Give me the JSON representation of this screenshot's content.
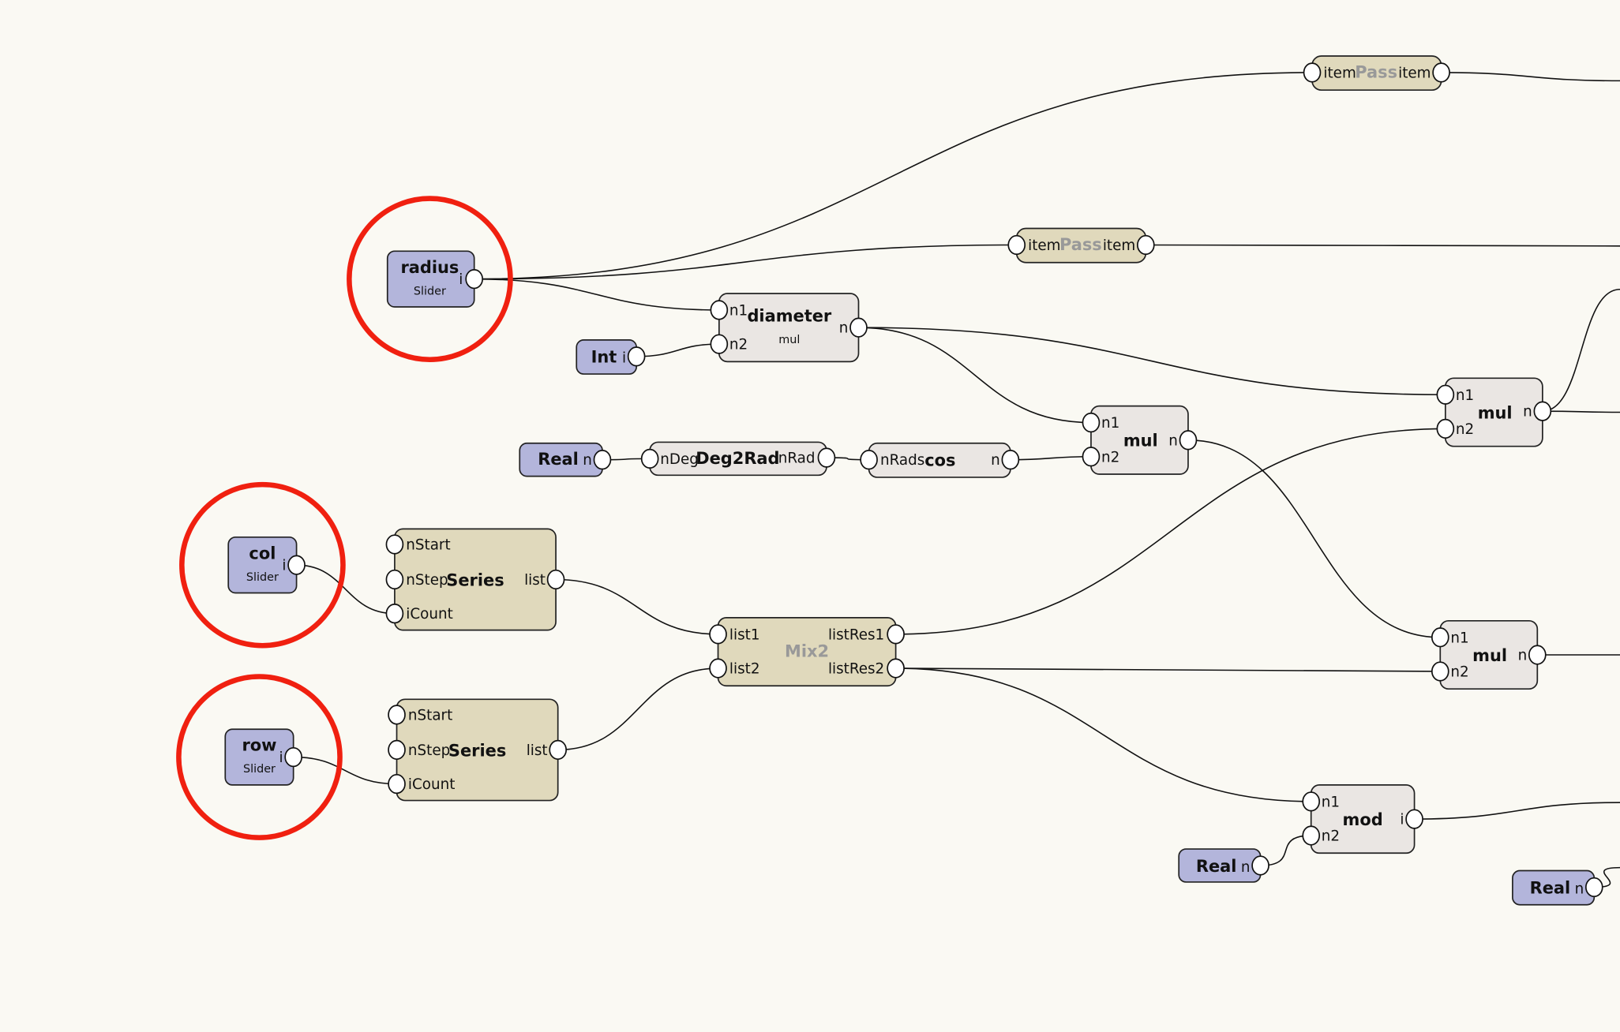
{
  "colors": {
    "slider": "#b3b5db",
    "operator": "#eae6e3",
    "list_node": "#e0d9bc",
    "highlight": "#f02010",
    "canvas": "#faf9f3"
  },
  "nodes": {
    "radius": {
      "title": "radius",
      "subtitle": "Slider",
      "out": "i"
    },
    "col": {
      "title": "col",
      "subtitle": "Slider",
      "out": "i"
    },
    "row": {
      "title": "row",
      "subtitle": "Slider",
      "out": "i"
    },
    "int": {
      "title": "Int",
      "out": "i"
    },
    "real1": {
      "title": "Real",
      "out": "n"
    },
    "real2": {
      "title": "Real",
      "out": "n"
    },
    "real3": {
      "title": "Real",
      "out": "n"
    },
    "pass1": {
      "title": "Pass",
      "in": "item",
      "out": "item"
    },
    "pass2": {
      "title": "Pass",
      "in": "item",
      "out": "item"
    },
    "diameter": {
      "title": "diameter",
      "subtitle": "mul",
      "in1": "n1",
      "in2": "n2",
      "out": "n"
    },
    "deg2rad": {
      "title": "Deg2Rad",
      "in": "nDeg",
      "out": "nRad"
    },
    "cos": {
      "title": "cos",
      "in": "nRads",
      "out": "n"
    },
    "mul1": {
      "title": "mul",
      "in1": "n1",
      "in2": "n2",
      "out": "n"
    },
    "mul2": {
      "title": "mul",
      "in1": "n1",
      "in2": "n2",
      "out": "n"
    },
    "mul3": {
      "title": "mul",
      "in1": "n1",
      "in2": "n2",
      "out": "n"
    },
    "mod": {
      "title": "mod",
      "in1": "n1",
      "in2": "n2",
      "out": "i"
    },
    "series1": {
      "title": "Series",
      "in1": "nStart",
      "in2": "nStep",
      "in3": "iCount",
      "out": "list"
    },
    "series2": {
      "title": "Series",
      "in1": "nStart",
      "in2": "nStep",
      "in3": "iCount",
      "out": "list"
    },
    "mix2": {
      "title": "Mix2",
      "in1": "list1",
      "in2": "list2",
      "out1": "listRes1",
      "out2": "listRes2"
    }
  }
}
